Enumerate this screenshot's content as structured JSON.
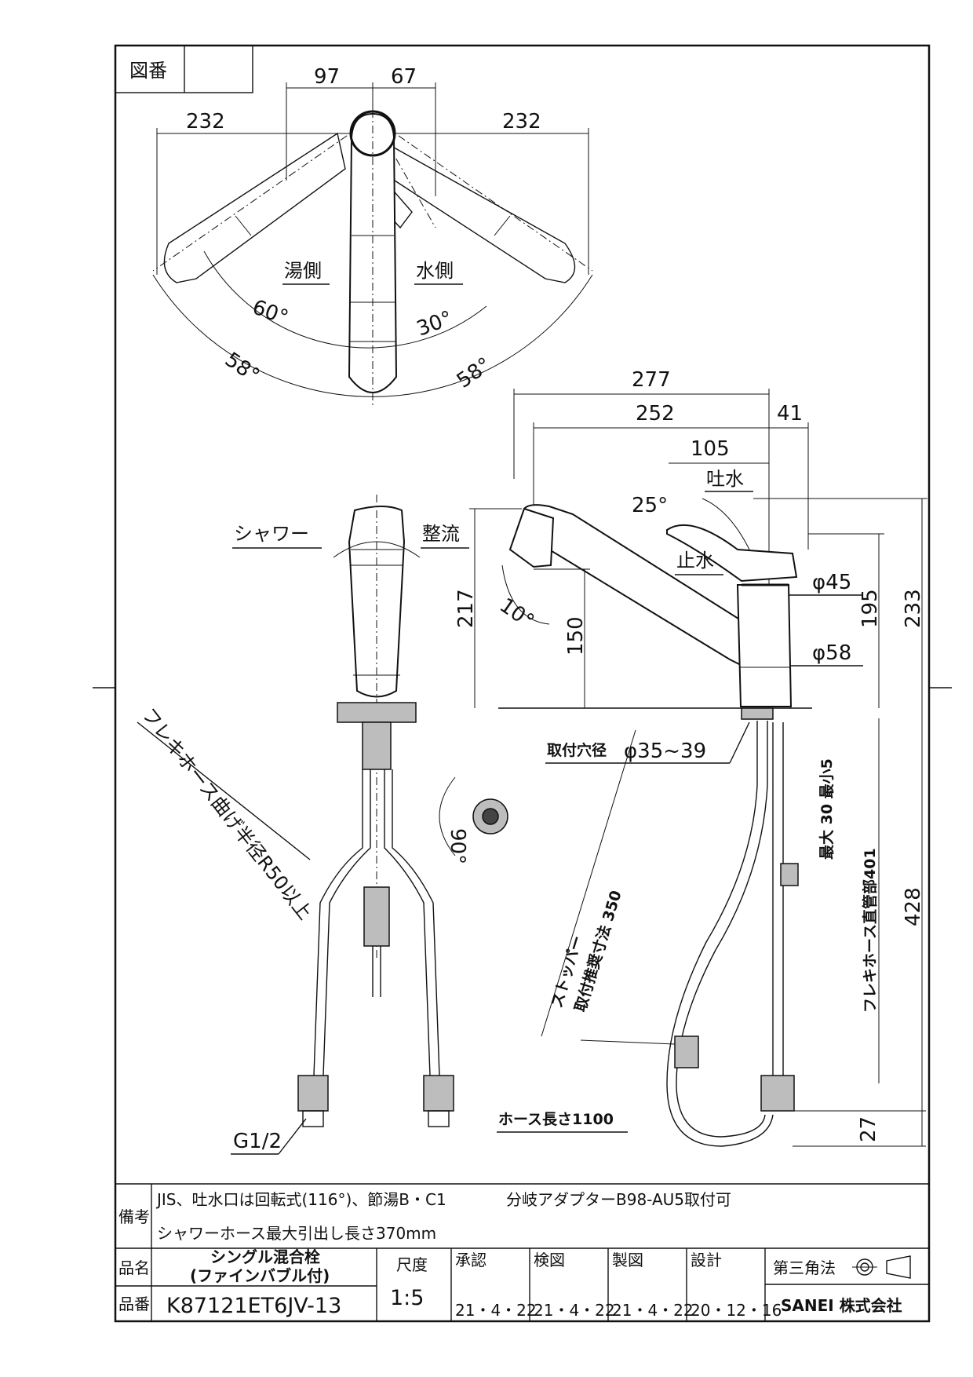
{
  "drawing_number_label": "図番",
  "drawing_number_value": "",
  "top_view": {
    "dim_97": "97",
    "dim_67": "67",
    "dim_232_left": "232",
    "dim_232_right": "232",
    "hot_side": "湯側",
    "cold_side": "水側",
    "angle_60": "60°",
    "angle_30": "30°",
    "angle_58_left": "58°",
    "angle_58_right": "58°"
  },
  "side_view": {
    "dim_277": "277",
    "dim_252": "252",
    "dim_41": "41",
    "dim_105": "105",
    "outlet": "吐水",
    "angle_25": "25°",
    "stop": "止水",
    "dia_45": "φ45",
    "dia_58": "φ58",
    "dim_217": "217",
    "dim_150": "150",
    "angle_10": "10°",
    "dim_195": "195",
    "dim_233": "233",
    "mount_hole": "取付穴径",
    "mount_hole_value": "φ35~39",
    "max_min": "最大 30 最小5",
    "stopper": "ストッパー",
    "stopper_recommend": "取付推奨寸法 350",
    "flex_straight": "フレキホース直管部401",
    "dim_428": "428",
    "dim_27": "27",
    "hose_length": "ホース長さ1100"
  },
  "front_view": {
    "shower": "シャワー",
    "straight_flow": "整流",
    "flex_bend": "フレキホース曲げ半径R50以上",
    "angle_90": "90°",
    "thread": "G1/2"
  },
  "notes": {
    "label": "備考",
    "line1": "JIS、吐水口は回転式(116°)、節湯B・C1",
    "line1_extra": "分岐アダプターB98-AU5取付可",
    "line2": "シャワーホース最大引出し長さ370mm"
  },
  "title_block": {
    "name_label": "品名",
    "name_line1": "シングル混合栓",
    "name_line2": "(ファインバブル付)",
    "number_label": "品番",
    "number_value": "K87121ET6JV-13",
    "scale_label": "尺度",
    "scale_value": "1:5",
    "approve_label": "承認",
    "approve_date": "21・4・22",
    "check_label": "検図",
    "check_date": "21・4・22",
    "draft_label": "製図",
    "draft_date": "21・4・22",
    "design_label": "設計",
    "design_date": "20・12・16",
    "projection_label": "第三角法",
    "company": "SANEI 株式会社"
  },
  "colors": {
    "line": "#111111",
    "paper": "#ffffff",
    "part_gray": "#bdbdbd"
  }
}
